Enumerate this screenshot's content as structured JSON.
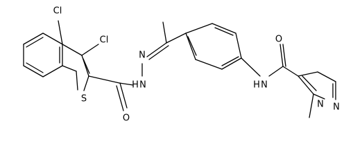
{
  "atoms": {
    "cl_top": "Cl",
    "cl_mid": "Cl",
    "s_ring": "S",
    "o_left": "O",
    "nh_left": "N",
    "h_left": "H",
    "n_hydrazone": "N",
    "nh_right": "N",
    "h_right": "H",
    "o_right": "O",
    "n_pyrazole_methyl": "N",
    "n_pyrazole": "N"
  },
  "colors": {
    "bond": "#000000",
    "text": "#000000",
    "background": "#ffffff"
  }
}
